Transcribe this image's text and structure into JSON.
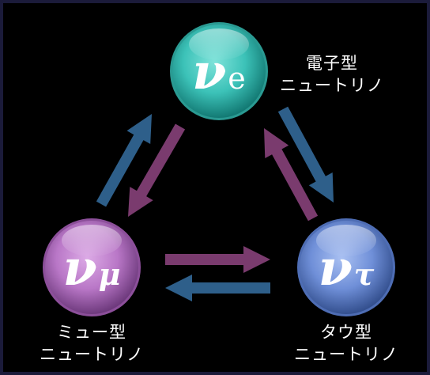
{
  "colors": {
    "background": "#000000",
    "frame": "#1b1b3a",
    "electron_sphere": "#3cc2b8",
    "muon_sphere": "#b977c7",
    "tau_sphere": "#6f8fd8",
    "arrow_blue": "#2e5f8a",
    "arrow_purple": "#7a3b6e"
  },
  "nodes": {
    "electron": {
      "symbol": "ν",
      "subscript": "e",
      "label_line1": "電子型",
      "label_line2": "ニュートリノ"
    },
    "muon": {
      "symbol": "ν",
      "subscript": "μ",
      "label_line1": "ミュー型",
      "label_line2": "ニュートリノ"
    },
    "tau": {
      "symbol": "ν",
      "subscript": "τ",
      "label_line1": "タウ型",
      "label_line2": "ニュートリノ"
    }
  }
}
